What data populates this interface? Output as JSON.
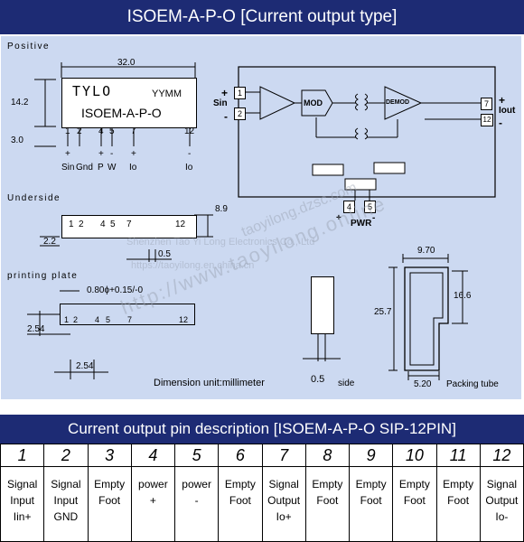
{
  "header": {
    "title": "ISOEM-A-P-O  [Current output type]"
  },
  "sections": {
    "positive": "Positive",
    "underside": "Underside",
    "printing_plate": "printing plate"
  },
  "module": {
    "brand": "TYLO",
    "date_code": "YYMM",
    "model": "ISOEM-A-P-O"
  },
  "dimensions": {
    "length": "32.0",
    "height": "14.2",
    "pin_len": "3.0",
    "thickness": "8.9",
    "pin_width": "2.2",
    "pitch": "0.5",
    "hole_spec": "0.80ϕ+0.15/-0",
    "row_pitch": "2.54",
    "pitch2": "2.54",
    "side_width": "0.5",
    "tube_width": "9.70",
    "tube_height": "25.7",
    "tube_inner": "16.6",
    "tube_base": "5.20"
  },
  "positive_pins": {
    "numbers": [
      "1",
      "2",
      "4",
      "5",
      "7",
      "12"
    ],
    "signs": [
      "+",
      "",
      "+",
      "-",
      "+",
      "-"
    ],
    "names": [
      "Sin",
      "Gnd",
      "P",
      "W",
      "Io",
      "Io"
    ]
  },
  "underside_pins": [
    "1",
    "2",
    "4",
    "5",
    "7",
    "12"
  ],
  "plate_pins": [
    "1",
    "2",
    "4",
    "5",
    "7",
    "12"
  ],
  "schematic": {
    "sin": "Sin",
    "iout": "Iout",
    "mod": "MOD",
    "demod": "DEMOD",
    "pwr": "PWR",
    "pin_in_plus": "1",
    "pin_in_minus": "2",
    "pin_out_plus": "7",
    "pin_out_minus": "12",
    "pin_pwr_plus": "4",
    "pin_pwr_minus": "5",
    "plus": "+",
    "minus": "-"
  },
  "notes": {
    "dim_unit": "Dimension unit:millimeter",
    "side": "side",
    "packing": "Packing tube"
  },
  "watermarks": {
    "company": "Shenzhen Tao Yi Long Electronics Co., Ltd",
    "url1": "https://taoyilong.en.china.cn",
    "url2": "http://www.taoyilong.online",
    "url3": "taoyilong.dzsc.com"
  },
  "pin_description": {
    "title": "Current output pin description  [ISOEM-A-P-O SIP-12PIN]",
    "columns": [
      {
        "num": "1",
        "lines": [
          "Signal",
          "Input",
          "Iin+"
        ]
      },
      {
        "num": "2",
        "lines": [
          "Signal",
          "Input",
          "GND"
        ]
      },
      {
        "num": "3",
        "lines": [
          "Empty",
          "Foot"
        ]
      },
      {
        "num": "4",
        "lines": [
          "power",
          "+"
        ]
      },
      {
        "num": "5",
        "lines": [
          "power",
          "-"
        ]
      },
      {
        "num": "6",
        "lines": [
          "Empty",
          "Foot"
        ]
      },
      {
        "num": "7",
        "lines": [
          "Signal",
          "Output",
          "Io+"
        ]
      },
      {
        "num": "8",
        "lines": [
          "Empty",
          "Foot"
        ]
      },
      {
        "num": "9",
        "lines": [
          "Empty",
          "Foot"
        ]
      },
      {
        "num": "10",
        "lines": [
          "Empty",
          "Foot"
        ]
      },
      {
        "num": "11",
        "lines": [
          "Empty",
          "Foot"
        ]
      },
      {
        "num": "12",
        "lines": [
          "Signal",
          "Output",
          "Io-"
        ]
      }
    ]
  }
}
